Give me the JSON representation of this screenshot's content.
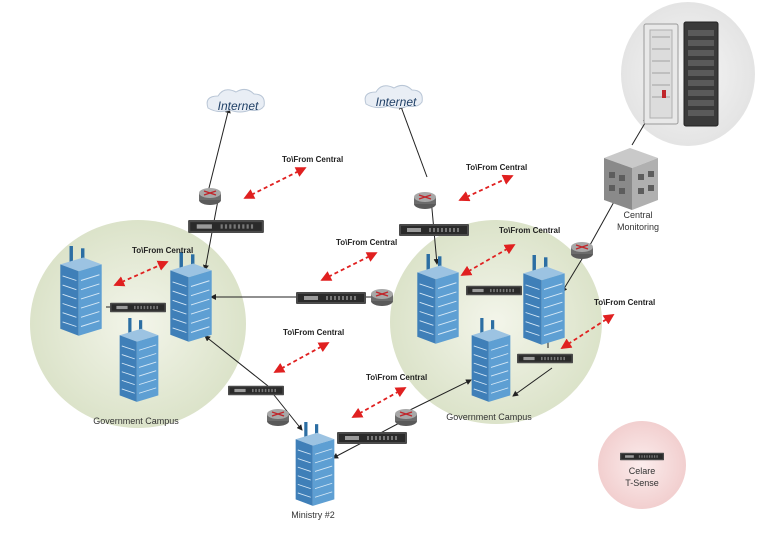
{
  "labels": {
    "internet_left": "Internet",
    "internet_right": "Internet",
    "to_from_1": "To\\From Central",
    "to_from_2": "To\\From Central",
    "to_from_3": "To\\From Central",
    "to_from_4": "To\\From Central",
    "to_from_5": "To\\From Central",
    "to_from_6": "To\\From Central",
    "to_from_7": "To\\From Central",
    "to_from_8": "To\\From Central",
    "campus_left": "Government Campus",
    "campus_right": "Government Campus",
    "ministry": "Ministry #2",
    "central_line1": "Central",
    "central_line2": "Monitoring",
    "legend_line1": "Celare",
    "legend_line2": "T-Sense"
  },
  "colors": {
    "campus_fill": "#dfe6cf",
    "central_fill": "#e9e9e9",
    "legend_fill": "#f4d4d4",
    "dashed_arrow": "#e02020",
    "link": "#222222",
    "building": "#5b94c4"
  }
}
